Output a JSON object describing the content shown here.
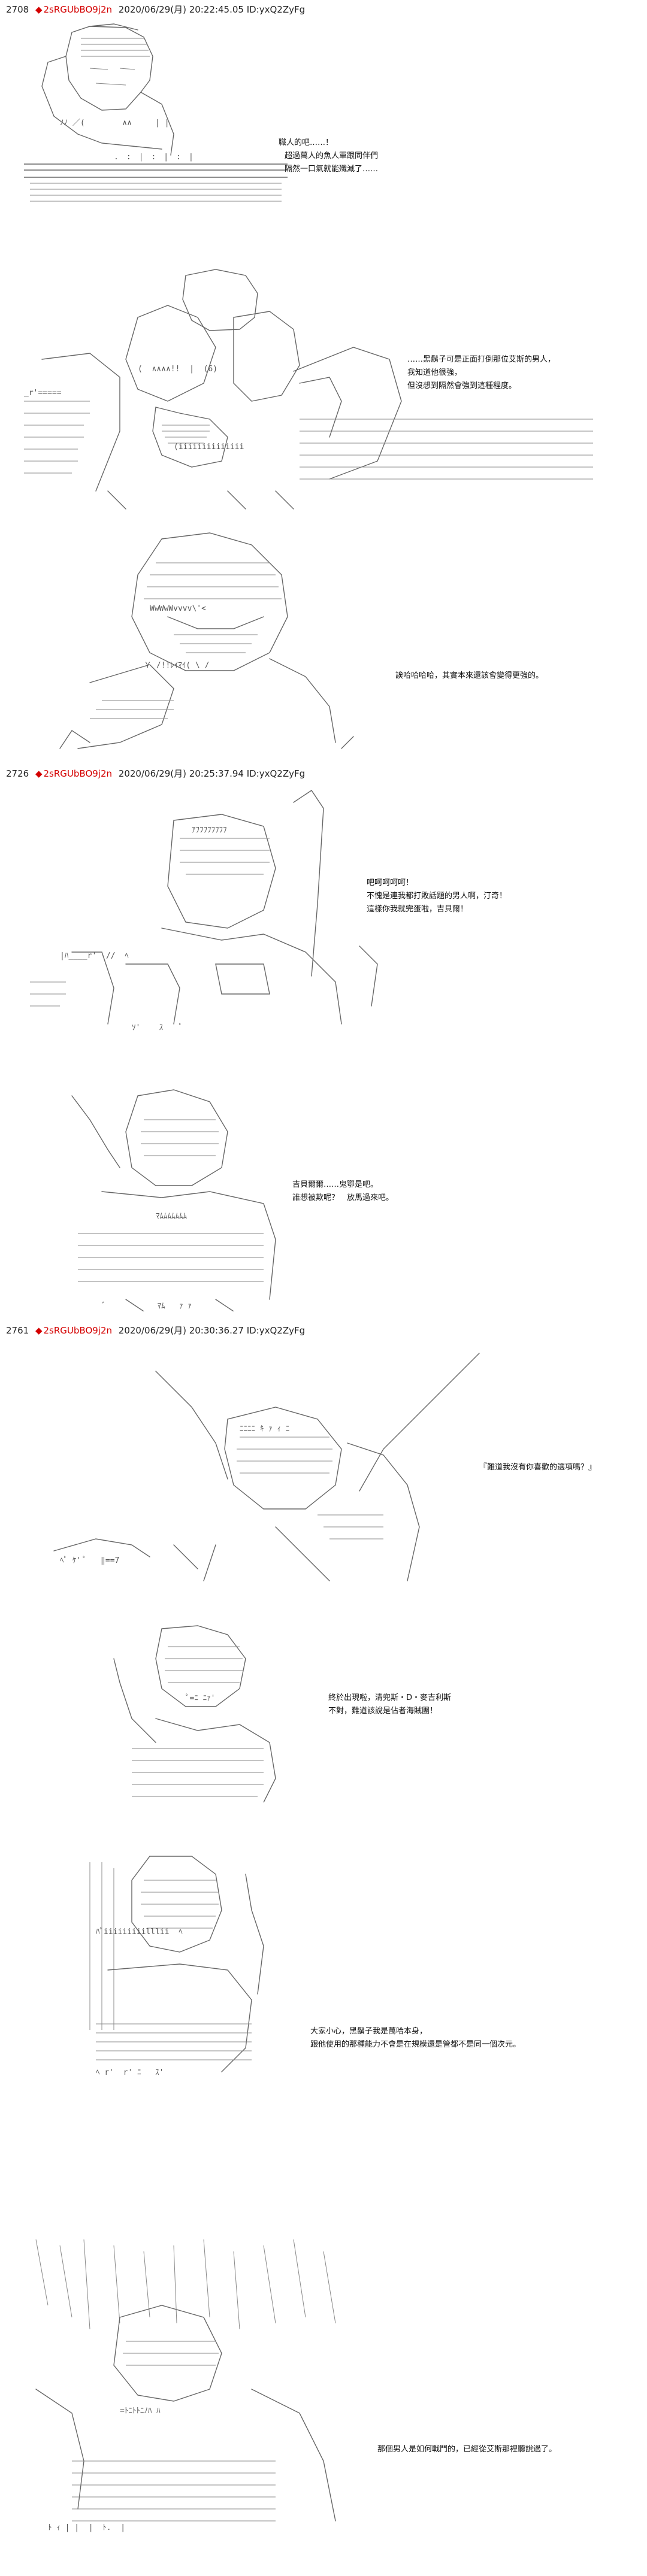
{
  "posts": [
    {
      "number": "2708",
      "name": "2sRGUbBO9j2n",
      "meta": "2020/06/29(月) 20:22:45.05 ID:yxQ2ZyFg",
      "panels": [
        {
          "lines": [
            "職人的吧……！",
            "超過萬人的魚人軍跟同伴們",
            "隔然一口氣就能殲滅了……"
          ]
        },
        {
          "lines": [
            "……黑鬍子可是正面打倒那位艾斯的男人，",
            "我知道他很強，",
            "但沒想到隔然會強到這種程度。"
          ]
        },
        {
          "lines": [
            "誒哈哈哈哈，其實本來還該會變得更強的。"
          ]
        }
      ]
    },
    {
      "number": "2726",
      "name": "2sRGUbBO9j2n",
      "meta": "2020/06/29(月) 20:25:37.94 ID:yxQ2ZyFg",
      "panels": [
        {
          "lines": [
            "吧呵呵呵呵！",
            "不愧是連我都打敗話題的男人啊，汀奇！",
            "這樣你我就完蛋啦，吉貝爾！"
          ]
        },
        {
          "lines": [
            "吉貝爾爾……鬼鄂是吧。",
            "誰想被欺呢？　放馬過來吧。"
          ]
        }
      ]
    },
    {
      "number": "2761",
      "name": "2sRGUbBO9j2n",
      "meta": "2020/06/29(月) 20:30:36.27 ID:yxQ2ZyFg",
      "panels": [
        {
          "lines": [
            "『難道我沒有你喜歡的選項嗎？』"
          ]
        },
        {
          "lines": [
            "終於出現啦，清兜斯・D・麥吉利斯",
            "不對，難道該說是佔者海賊團！"
          ]
        },
        {
          "lines": [
            "大家小心，黑鬍子我是萬哈本身，",
            "跟他使用的那種能力不會是在規模還是管都不是同一個次元。"
          ]
        },
        {
          "lines": [
            "那個男人是如何戰鬥的，已經從艾斯那裡聽說過了。"
          ]
        }
      ]
    }
  ]
}
